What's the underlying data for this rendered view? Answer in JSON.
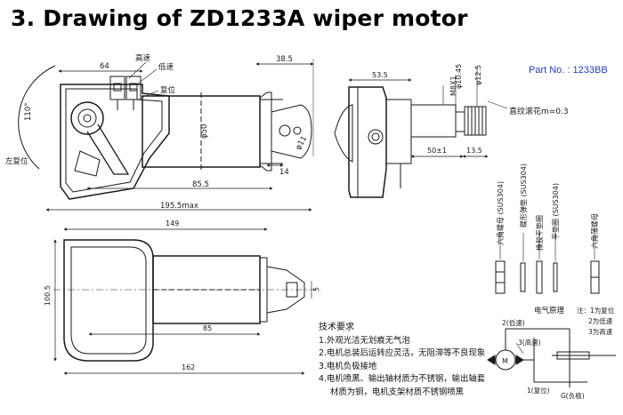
{
  "title": "3. Drawing of ZD1233A wiper motor",
  "part_number": "Part No. : 1233BB",
  "view_labels": {
    "high_speed": "高速",
    "low_speed": "低速",
    "reset": "复位",
    "left_reset_position": "左复位",
    "straight_knurl": "直纹滚花m=0.3"
  },
  "dimensions": {
    "d64": "64",
    "d38_5": "38.5",
    "d110deg": "110°",
    "d50": "φ50",
    "d11": "φ11",
    "d14": "14",
    "d85_5": "85.5",
    "d195": "195.5max",
    "d53_5": "53.5",
    "m8": "M8X1",
    "d10_45": "φ10.45",
    "d12_5": "φ12.5",
    "d50_1": "50±1",
    "d13_5": "13.5",
    "d149": "149",
    "d100_5": "100.5",
    "d85": "85",
    "d162": "162",
    "d5": "5"
  },
  "parts": {
    "p1": "六角螺母 (SUS304)",
    "p2": "碟形弹垫 (SUS304)",
    "p3": "橡胶平垫圈",
    "p4": "平垫圈 (SUS304)",
    "p5": "六角薄螺母"
  },
  "circuit": {
    "title": "电气原理",
    "note1": "注：1为复位",
    "note2": "2为低速",
    "note3": "3为高速",
    "t2": "2(低速)",
    "t3": "3(高速)",
    "t1": "1(复位)",
    "g": "G(负极)",
    "m": "M"
  },
  "notes": {
    "heading": "技术要求",
    "items": [
      "1.外观光洁无划痕无气泡",
      "2.电机总装后运转应灵活，无阻滞等不良现象",
      "3.电机负极接地",
      "4.电机喷黑、输出轴材质为不锈钢，输出轴套",
      "材质为铜，电机支架材质不锈钢喷黑"
    ]
  },
  "colors": {
    "title": "#000000",
    "part_number": "#1f3fbf",
    "lines": "#1a1a1a"
  }
}
